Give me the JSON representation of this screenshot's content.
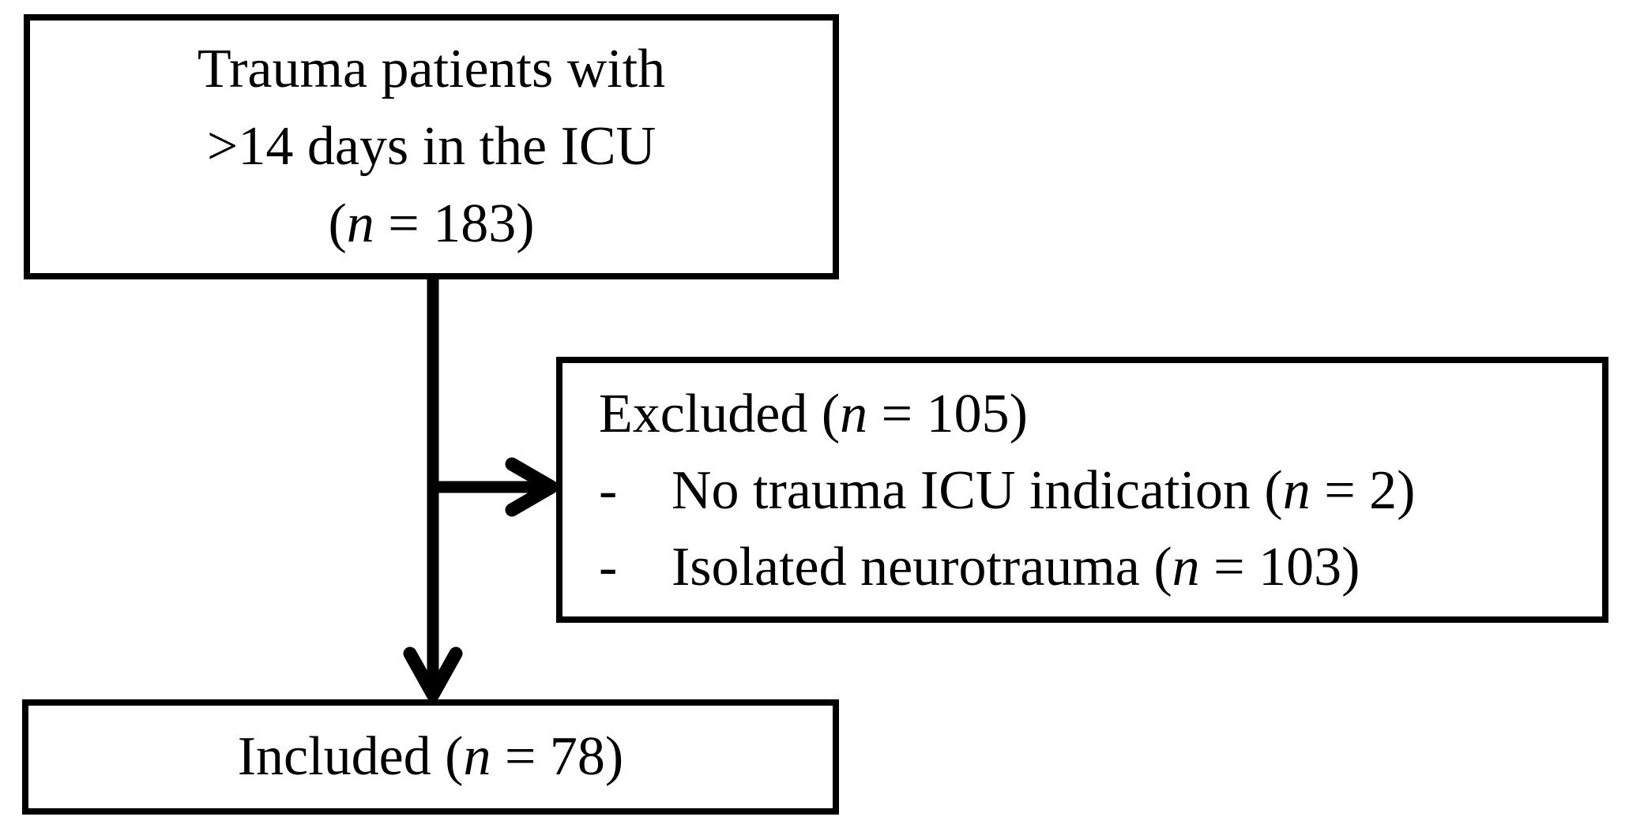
{
  "theme": {
    "background": "#ffffff",
    "line": "#000000",
    "text": "#000000"
  },
  "boxes": {
    "top": {
      "lines": [
        [
          {
            "t": "Trauma patients with"
          }
        ],
        [
          {
            "t": ">14 days in the ICU"
          }
        ],
        [
          {
            "t": "("
          },
          {
            "t": "n",
            "italic": true
          },
          {
            "t": " = 183)"
          }
        ]
      ]
    },
    "excluded": {
      "heading": [
        {
          "t": "Excluded ("
        },
        {
          "t": "n",
          "italic": true
        },
        {
          "t": " = 105)"
        }
      ],
      "bullets": [
        {
          "marker": "-",
          "segments": [
            {
              "t": "No trauma ICU indication ("
            },
            {
              "t": "n",
              "italic": true
            },
            {
              "t": " = 2)"
            }
          ]
        },
        {
          "marker": "-",
          "segments": [
            {
              "t": "Isolated neurotrauma ("
            },
            {
              "t": "n",
              "italic": true
            },
            {
              "t": " = 103)"
            }
          ]
        }
      ]
    },
    "included": {
      "lines": [
        [
          {
            "t": "Included ("
          },
          {
            "t": "n",
            "italic": true
          },
          {
            "t": " = 78)"
          }
        ]
      ]
    }
  }
}
